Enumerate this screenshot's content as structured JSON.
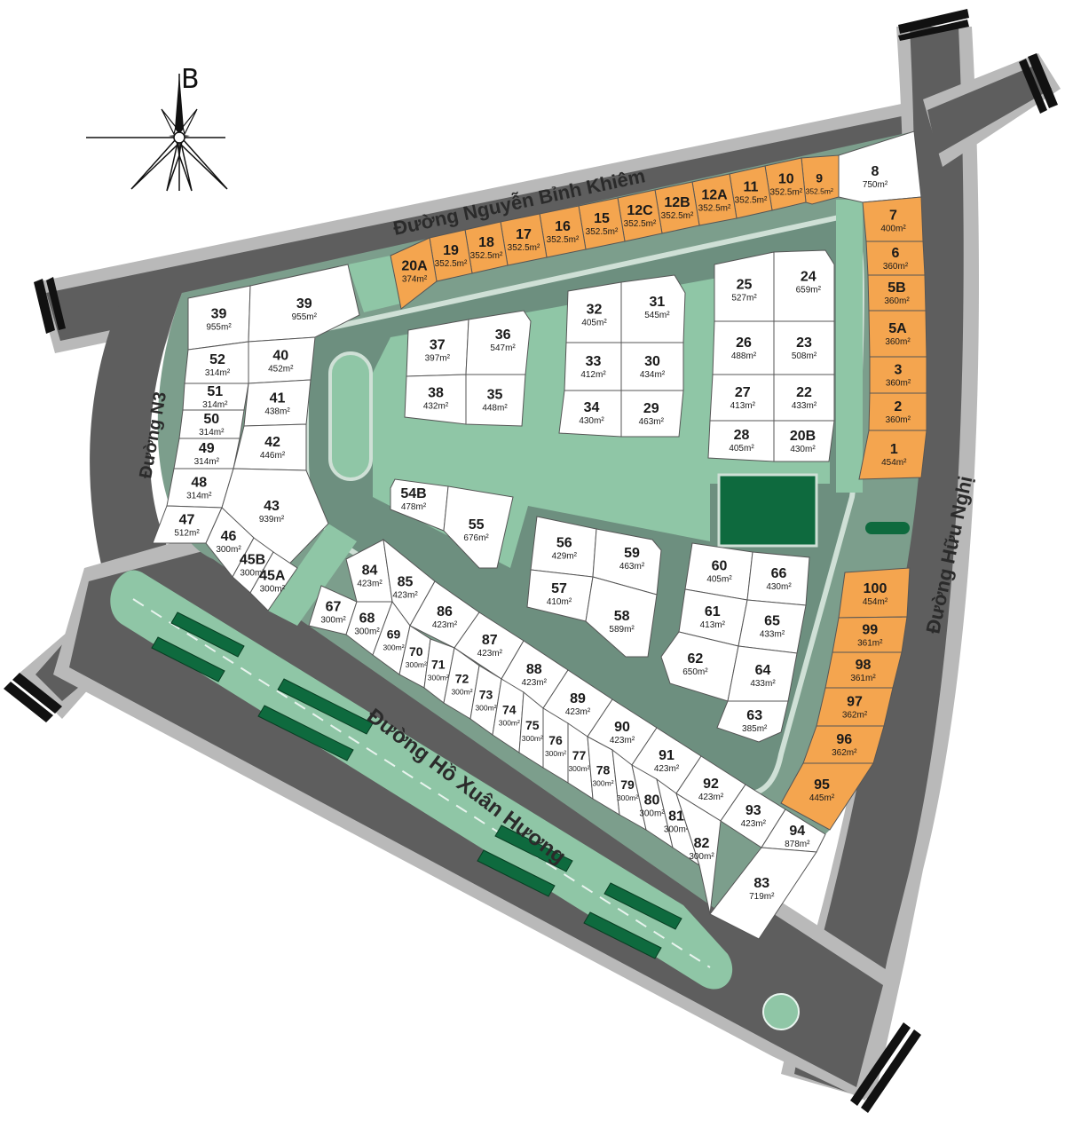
{
  "map": {
    "compass_letter": "B",
    "roads": {
      "north": "Đường Nguyễn Bỉnh Khiêm",
      "west": "Đường N3",
      "east": "Đường Hữu Nghị",
      "south": "Đường Hồ Xuân Hương"
    },
    "colors": {
      "road": "#5e5e5e",
      "sidewalk": "#b9b9b9",
      "lot": "#ffffff",
      "lot_highlight": "#f4a54f",
      "green": "#8fc6a6",
      "park": "#0e6a3e",
      "outline": "#555555"
    },
    "lots": [
      {
        "id": "8",
        "area": "750m²",
        "hl": false
      },
      {
        "id": "9",
        "area": "352.5m²",
        "hl": true
      },
      {
        "id": "10",
        "area": "352.5m²",
        "hl": true
      },
      {
        "id": "11",
        "area": "352.5m²",
        "hl": true
      },
      {
        "id": "12A",
        "area": "352.5m²",
        "hl": true
      },
      {
        "id": "12B",
        "area": "352.5m²",
        "hl": true
      },
      {
        "id": "12C",
        "area": "352.5m²",
        "hl": true
      },
      {
        "id": "15",
        "area": "352.5m²",
        "hl": true
      },
      {
        "id": "16",
        "area": "352.5m²",
        "hl": true
      },
      {
        "id": "17",
        "area": "352.5m²",
        "hl": true
      },
      {
        "id": "18",
        "area": "352.5m²",
        "hl": true
      },
      {
        "id": "19",
        "area": "352.5m²",
        "hl": true
      },
      {
        "id": "20A",
        "area": "374m²",
        "hl": true
      },
      {
        "id": "7",
        "area": "400m²",
        "hl": true
      },
      {
        "id": "6",
        "area": "360m²",
        "hl": true
      },
      {
        "id": "5B",
        "area": "360m²",
        "hl": true
      },
      {
        "id": "5A",
        "area": "360m²",
        "hl": true
      },
      {
        "id": "3",
        "area": "360m²",
        "hl": true
      },
      {
        "id": "2",
        "area": "360m²",
        "hl": true
      },
      {
        "id": "1",
        "area": "454m²",
        "hl": true
      },
      {
        "id": "39",
        "area": "955m²",
        "hl": false
      },
      {
        "id": "39",
        "area": "955m²",
        "hl": false
      },
      {
        "id": "40",
        "area": "452m²",
        "hl": false
      },
      {
        "id": "52",
        "area": "314m²",
        "hl": false
      },
      {
        "id": "51",
        "area": "314m²",
        "hl": false
      },
      {
        "id": "41",
        "area": "438m²",
        "hl": false
      },
      {
        "id": "50",
        "area": "314m²",
        "hl": false
      },
      {
        "id": "49",
        "area": "314m²",
        "hl": false
      },
      {
        "id": "42",
        "area": "446m²",
        "hl": false
      },
      {
        "id": "48",
        "area": "314m²",
        "hl": false
      },
      {
        "id": "43",
        "area": "939m²",
        "hl": false
      },
      {
        "id": "47",
        "area": "512m²",
        "hl": false
      },
      {
        "id": "46",
        "area": "300m²",
        "hl": false
      },
      {
        "id": "45B",
        "area": "300m²",
        "hl": false
      },
      {
        "id": "45A",
        "area": "300m²",
        "hl": false
      },
      {
        "id": "37",
        "area": "397m²",
        "hl": false
      },
      {
        "id": "36",
        "area": "547m²",
        "hl": false
      },
      {
        "id": "38",
        "area": "432m²",
        "hl": false
      },
      {
        "id": "35",
        "area": "448m²",
        "hl": false
      },
      {
        "id": "32",
        "area": "405m²",
        "hl": false
      },
      {
        "id": "31",
        "area": "545m²",
        "hl": false
      },
      {
        "id": "33",
        "area": "412m²",
        "hl": false
      },
      {
        "id": "30",
        "area": "434m²",
        "hl": false
      },
      {
        "id": "34",
        "area": "430m²",
        "hl": false
      },
      {
        "id": "29",
        "area": "463m²",
        "hl": false
      },
      {
        "id": "25",
        "area": "527m²",
        "hl": false
      },
      {
        "id": "24",
        "area": "659m²",
        "hl": false
      },
      {
        "id": "26",
        "area": "488m²",
        "hl": false
      },
      {
        "id": "23",
        "area": "508m²",
        "hl": false
      },
      {
        "id": "27",
        "area": "413m²",
        "hl": false
      },
      {
        "id": "22",
        "area": "433m²",
        "hl": false
      },
      {
        "id": "28",
        "area": "405m²",
        "hl": false
      },
      {
        "id": "20B",
        "area": "430m²",
        "hl": false
      },
      {
        "id": "54B",
        "area": "478m²",
        "hl": false
      },
      {
        "id": "55",
        "area": "676m²",
        "hl": false
      },
      {
        "id": "56",
        "area": "429m²",
        "hl": false
      },
      {
        "id": "59",
        "area": "463m²",
        "hl": false
      },
      {
        "id": "57",
        "area": "410m²",
        "hl": false
      },
      {
        "id": "58",
        "area": "589m²",
        "hl": false
      },
      {
        "id": "60",
        "area": "405m²",
        "hl": false
      },
      {
        "id": "66",
        "area": "430m²",
        "hl": false
      },
      {
        "id": "61",
        "area": "413m²",
        "hl": false
      },
      {
        "id": "65",
        "area": "433m²",
        "hl": false
      },
      {
        "id": "62",
        "area": "650m²",
        "hl": false
      },
      {
        "id": "64",
        "area": "433m²",
        "hl": false
      },
      {
        "id": "63",
        "area": "385m²",
        "hl": false
      },
      {
        "id": "100",
        "area": "454m²",
        "hl": true
      },
      {
        "id": "99",
        "area": "361m²",
        "hl": true
      },
      {
        "id": "98",
        "area": "361m²",
        "hl": true
      },
      {
        "id": "97",
        "area": "362m²",
        "hl": true
      },
      {
        "id": "96",
        "area": "362m²",
        "hl": true
      },
      {
        "id": "95",
        "area": "445m²",
        "hl": true
      },
      {
        "id": "84",
        "area": "423m²",
        "hl": false
      },
      {
        "id": "85",
        "area": "423m²",
        "hl": false
      },
      {
        "id": "86",
        "area": "423m²",
        "hl": false
      },
      {
        "id": "87",
        "area": "423m²",
        "hl": false
      },
      {
        "id": "88",
        "area": "423m²",
        "hl": false
      },
      {
        "id": "89",
        "area": "423m²",
        "hl": false
      },
      {
        "id": "90",
        "area": "423m²",
        "hl": false
      },
      {
        "id": "91",
        "area": "423m²",
        "hl": false
      },
      {
        "id": "92",
        "area": "423m²",
        "hl": false
      },
      {
        "id": "93",
        "area": "423m²",
        "hl": false
      },
      {
        "id": "94",
        "area": "878m²",
        "hl": false
      },
      {
        "id": "83",
        "area": "719m²",
        "hl": false
      },
      {
        "id": "67",
        "area": "300m²",
        "hl": false
      },
      {
        "id": "68",
        "area": "300m²",
        "hl": false
      },
      {
        "id": "69",
        "area": "300m²",
        "hl": false
      },
      {
        "id": "70",
        "area": "300m²",
        "hl": false
      },
      {
        "id": "71",
        "area": "300m²",
        "hl": false
      },
      {
        "id": "72",
        "area": "300m²",
        "hl": false
      },
      {
        "id": "73",
        "area": "300m²",
        "hl": false
      },
      {
        "id": "74",
        "area": "300m²",
        "hl": false
      },
      {
        "id": "75",
        "area": "300m²",
        "hl": false
      },
      {
        "id": "76",
        "area": "300m²",
        "hl": false
      },
      {
        "id": "77",
        "area": "300m²",
        "hl": false
      },
      {
        "id": "78",
        "area": "300m²",
        "hl": false
      },
      {
        "id": "79",
        "area": "300m²",
        "hl": false
      },
      {
        "id": "80",
        "area": "300m²",
        "hl": false
      },
      {
        "id": "81",
        "area": "300m²",
        "hl": false
      },
      {
        "id": "82",
        "area": "300m²",
        "hl": false
      }
    ]
  }
}
